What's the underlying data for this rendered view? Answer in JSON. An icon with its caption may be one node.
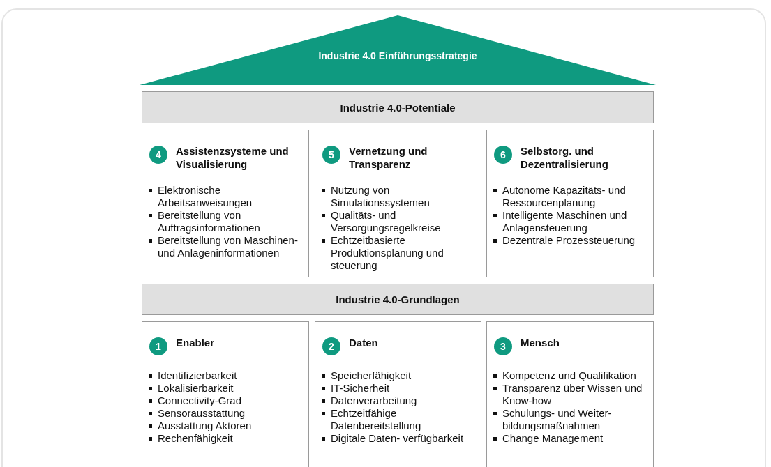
{
  "diagram": {
    "nodes": [
      {
        "text": [
          "Industrie 4.0 Einführungsstrategie"
        ]
      },
      {
        "text": [
          "Industrie 4.0-Potentiale"
        ]
      },
      {
        "text": [
          "Assistenzsysteme und Visualisierung",
          "Elektronische Arbeitsanweisungen",
          "Bereitstellung von Auftragsinformationen",
          "Bereitstellung von Maschinen- und Anlageninformationen"
        ]
      },
      {
        "text": [
          "4"
        ],
        "in": 2
      },
      {
        "text": [
          "Vernetzung und Transparenz",
          "Nutzung von Simulationssystemen",
          "Qualitäts- und Versorgungsregelkreise",
          "Echtzeitbasierte Produktionsplanung und –steuerung"
        ]
      },
      {
        "text": [
          "5"
        ],
        "in": 4
      },
      {
        "text": [
          "Selbstorg. und Dezentralisierung",
          "Autonome Kapazitäts- und Ressourcenplanung",
          "Intelligente Maschinen und Anlagensteuerung",
          "Dezentrale Prozessteuerung"
        ]
      },
      {
        "text": [
          "6"
        ],
        "in": 6
      },
      {
        "text": [
          "Industrie 4.0-Grundlagen"
        ]
      },
      {
        "text": [
          "Enabler",
          "Identifizierbarkeit",
          "Lokalisierbarkeit",
          "Connectivity-Grad",
          "Sensorausstattung",
          "Ausstattung Aktoren",
          "Rechenfähigkeit"
        ]
      },
      {
        "text": [
          "1"
        ],
        "in": 9
      },
      {
        "text": [
          "Daten",
          "Speicherfähigkeit",
          "IT-Sicherheit",
          "Datenverarbeitung",
          "Echtzeitfähige Datenbereitstellung",
          "Digitale Daten- verfügbarkeit"
        ]
      },
      {
        "text": [
          "2"
        ],
        "in": 11
      },
      {
        "text": [
          "Mensch",
          "Kompetenz und Qualifikation",
          "Transparenz über Wissen und Know-how",
          "Schulungs- und Weiter- bildungsmaßnahmen",
          "Change Management"
        ]
      },
      {
        "text": [
          "3"
        ],
        "in": 13
      }
    ]
  }
}
